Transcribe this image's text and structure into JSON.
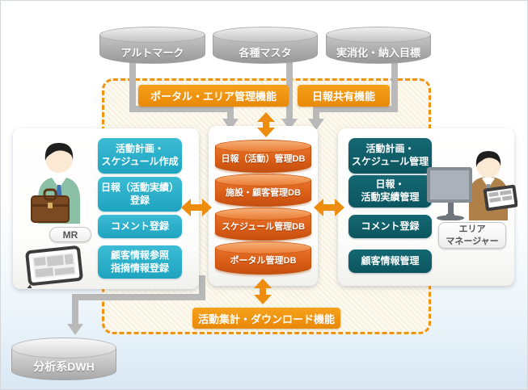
{
  "colors": {
    "accent_orange": "#f0920f",
    "teal": "#29b2cc",
    "dark_teal": "#0f5f6b",
    "db_orange": "#d95c15",
    "gray_line": "#b9b9b9"
  },
  "sources": [
    {
      "label": "アルトマーク"
    },
    {
      "label": "各種マスタ"
    },
    {
      "label": "実消化・納入目標"
    }
  ],
  "functions": {
    "portal_area": "ポータル・エリア管理機能",
    "report_share": "日報共有機能",
    "aggregate_download": "活動集計・ダウンロード機能"
  },
  "mr": {
    "role": "MR",
    "tasks": [
      {
        "label": "活動計画・\nスケジュール作成"
      },
      {
        "label": "日報（活動実績）\n登録"
      },
      {
        "label": "コメント登録"
      },
      {
        "label": "顧客情報参照\n指摘情報登録"
      }
    ]
  },
  "databases": [
    {
      "label": "日報（活動）管理DB"
    },
    {
      "label": "施設・顧客管理DB"
    },
    {
      "label": "スケジュール管理DB"
    },
    {
      "label": "ポータル管理DB"
    }
  ],
  "area_manager": {
    "role": "エリア\nマネージャー",
    "tasks": [
      {
        "label": "活動計画・\nスケジュール管理"
      },
      {
        "label": "日報・\n活動実績管理"
      },
      {
        "label": "コメント登録"
      },
      {
        "label": "顧客情報管理"
      }
    ]
  },
  "dwh": {
    "label": "分析系DWH"
  }
}
